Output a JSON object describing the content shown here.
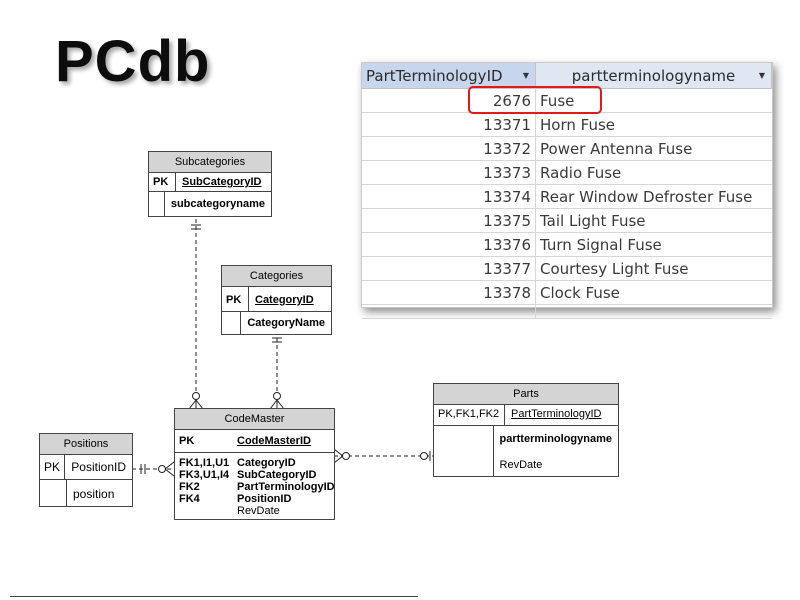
{
  "title": "PCdb",
  "lookup_table": {
    "columns": [
      "PartTerminologyID",
      "partterminologyname"
    ],
    "rows": [
      {
        "id": "2676",
        "name": "Fuse"
      },
      {
        "id": "13371",
        "name": "Horn Fuse"
      },
      {
        "id": "13372",
        "name": "Power Antenna Fuse"
      },
      {
        "id": "13373",
        "name": "Radio Fuse"
      },
      {
        "id": "13374",
        "name": "Rear Window Defroster Fuse"
      },
      {
        "id": "13375",
        "name": "Tail Light Fuse"
      },
      {
        "id": "13376",
        "name": "Turn Signal Fuse"
      },
      {
        "id": "13377",
        "name": "Courtesy Light Fuse"
      },
      {
        "id": "13378",
        "name": "Clock Fuse"
      }
    ]
  },
  "entities": {
    "subcategories": {
      "name": "Subcategories",
      "pk": "PK",
      "pk_field": "SubCategoryID",
      "field": "subcategoryname"
    },
    "categories": {
      "name": "Categories",
      "pk": "PK",
      "pk_field": "CategoryID",
      "field": "CategoryName"
    },
    "positions": {
      "name": "Positions",
      "pk": "PK",
      "pk_field": "PositionID",
      "field": "position"
    },
    "codemaster": {
      "name": "CodeMaster",
      "pk": "PK",
      "pk_field": "CodeMasterID",
      "keys": [
        "FK1,I1,U1",
        "FK3,U1,I4",
        "FK2",
        "FK4"
      ],
      "fields": [
        "CategoryID",
        "SubCategoryID",
        "PartTerminologyID",
        "PositionID"
      ],
      "plain_field": "RevDate"
    },
    "parts": {
      "name": "Parts",
      "pk": "PK,FK1,FK2",
      "pk_field": "PartTerminologyID",
      "field": "partterminologyname",
      "plain_field": "RevDate"
    }
  }
}
